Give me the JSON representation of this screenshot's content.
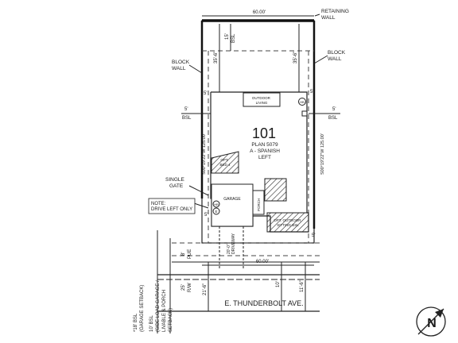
{
  "labels": {
    "lot_width_top": "60.00'",
    "lot_width_bottom": "60.00'",
    "retaining_wall": [
      "RETAINING",
      "WALL"
    ],
    "block_wall_left": [
      "BLOCK",
      "WALL"
    ],
    "block_wall_right": [
      "BLOCK",
      "WALL"
    ],
    "setback_15": "15'",
    "bsl_top": "BSL",
    "dim_35_6_left": "35'-6\"",
    "dim_35_6_right": "35'-6\"",
    "dim_5_left": "5'",
    "dim_5_right": "5'",
    "dim_5_bsl_left": "5'",
    "bsl_left": "BSL",
    "dim_5_bsl_right": "5'",
    "bsl_right": "BSL",
    "outdoor_living": [
      "OUTDOOR",
      "LIVING"
    ],
    "hb_top": "HB",
    "hb_garage": "HB",
    "e_marker": "E",
    "lot_number": "101",
    "plan_line1": "PLAN 5079",
    "plan_line2": "A - SPANISH",
    "plan_line3": "LEFT",
    "bearing_left": "S00°19'22\"W 125.00'",
    "bearing_right": "S00°19'22\"W 125.00'",
    "opt_bed": [
      "OPT.",
      "BED 4"
    ],
    "single_gate": [
      "SINGLE",
      "GATE"
    ],
    "garage": "GARAGE",
    "porch": "PORCH",
    "note": [
      "NOTE:",
      "DRIVE LEFT ONLY"
    ],
    "dim_5_garage": "5'",
    "driveway": [
      "20'-0\"",
      "DRIVEWAY"
    ],
    "opt_sitting": [
      "OPT. OUTDOOR",
      "SITTING BSL"
    ],
    "dim_5_bottom_right": "5'",
    "dim_8": "8'",
    "pue": "PUE",
    "street": "E. THUNDERBOLT AVE.",
    "dim_25": "25'",
    "rw": "R/W",
    "dim_21_6": "21'-6\"",
    "dim_10": "10'",
    "dim_11_6": "11'-6\"",
    "bsl_garage": [
      "*18' BSL",
      "(GARAGE SETBACK)"
    ],
    "bsl_side": [
      "10' BSL",
      "(SIDE LOAD GARAGE /",
      "LIVABLE & PORCH",
      "SETBACK)"
    ],
    "north": "N"
  },
  "icons": [
    "hose-bib-icon",
    "electric-meter-icon",
    "north-arrow-icon"
  ]
}
